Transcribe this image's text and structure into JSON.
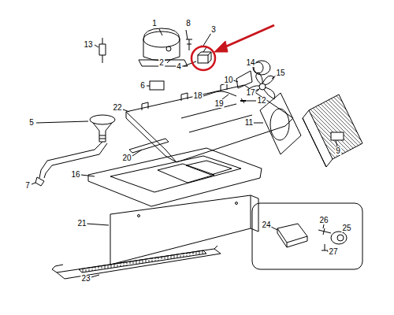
{
  "diagram": {
    "labels": [
      "1",
      "8",
      "3",
      "13",
      "2",
      "4",
      "14",
      "15",
      "10",
      "6",
      "17",
      "18",
      "12",
      "19",
      "22",
      "11",
      "5",
      "9",
      "20",
      "16",
      "7",
      "21",
      "26",
      "24",
      "25",
      "27",
      "23"
    ]
  }
}
